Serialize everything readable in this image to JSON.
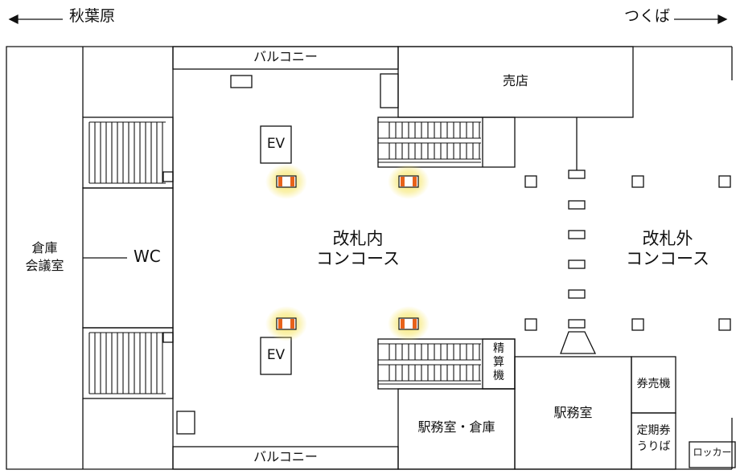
{
  "directions": {
    "left": "秋葉原",
    "right": "つくば"
  },
  "rooms": {
    "balcony_top": "バルコニー",
    "balcony_bottom": "バルコニー",
    "kiosk": "売店",
    "storage_meeting_line1": "倉庫",
    "storage_meeting_line2": "会議室",
    "wc": "WC",
    "ev_top": "EV",
    "ev_bottom": "EV",
    "seisanki": "精算機",
    "office_storage": "駅務室・倉庫",
    "station_office": "駅務室",
    "ticket_machine": "券売機",
    "commuter_pass_line1": "定期券",
    "commuter_pass_line2": "うりば",
    "locker": "ロッカー"
  },
  "concourse": {
    "inside_line1": "改札内",
    "inside_line2": "コンコース",
    "outside_line1": "改札外",
    "outside_line2": "コンコース"
  },
  "colors": {
    "line": "#111111",
    "gate_orange": "#e8621a",
    "gate_glow": "#f6e66a"
  }
}
